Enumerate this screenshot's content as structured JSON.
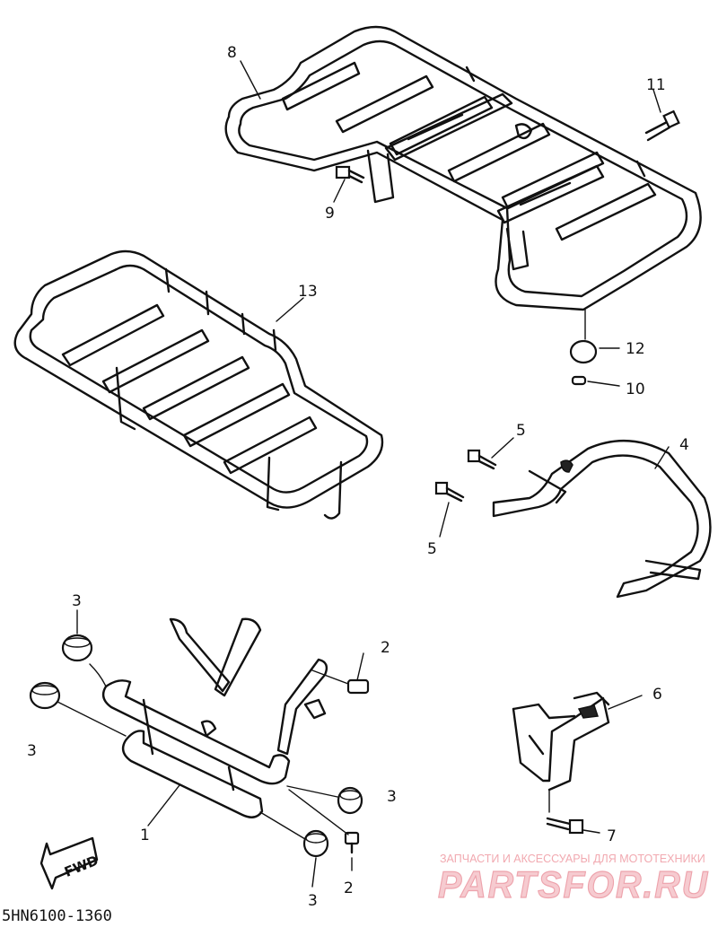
{
  "diagram": {
    "callouts": {
      "p1": "1",
      "p2a": "2",
      "p2b": "2",
      "p3a": "3",
      "p3b": "3",
      "p3c": "3",
      "p3d": "3",
      "p4": "4",
      "p5a": "5",
      "p5b": "5",
      "p6": "6",
      "p7": "7",
      "p8": "8",
      "p9": "9",
      "p10": "10",
      "p11": "11",
      "p12": "12",
      "p13": "13"
    },
    "direction_label": "FWD",
    "drawing_code": "5HN6100-1360",
    "watermark": {
      "tagline": "ЗАПЧАСТИ И АКСЕССУАРЫ ДЛЯ МОТОТЕХНИКИ",
      "logo_text": "PARTSFOR.RU"
    }
  }
}
